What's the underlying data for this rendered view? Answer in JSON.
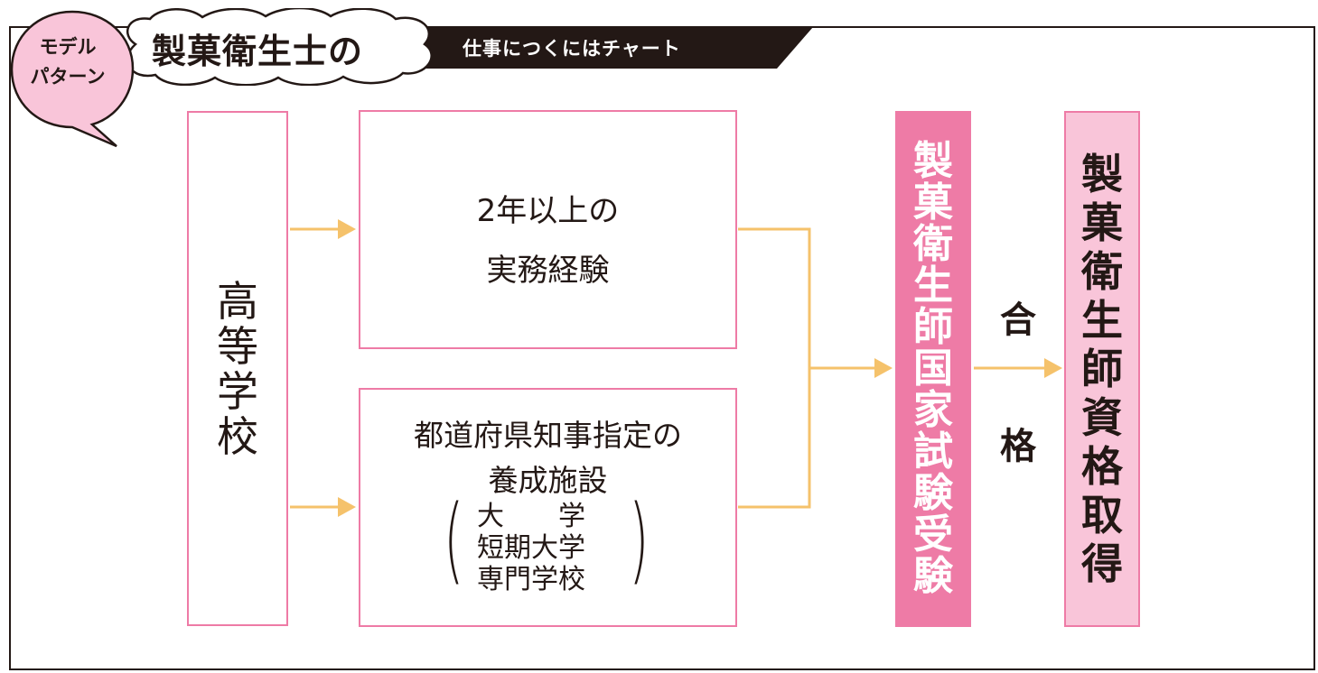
{
  "header": {
    "badge_line1": "モデル",
    "badge_line2": "パターン",
    "title": "製菓衛生士の",
    "subtitle": "仕事につくにはチャート"
  },
  "nodes": {
    "high_school": "高等学校",
    "experience_line1": "2年以上の",
    "experience_line2": "実務経験",
    "facility_line1": "都道府県知事指定の",
    "facility_line2": "養成施設",
    "facility_types": [
      "大　　学",
      "短期大学",
      "専門学校"
    ],
    "exam": "製菓衛生師国家試験受験",
    "pass": "合格",
    "qualification": "製菓衛生師資格取得"
  },
  "colors": {
    "accent_pink": "#ee7ba6",
    "light_pink": "#f9c5d9",
    "arrow": "#f5c26b",
    "ink": "#231815"
  }
}
